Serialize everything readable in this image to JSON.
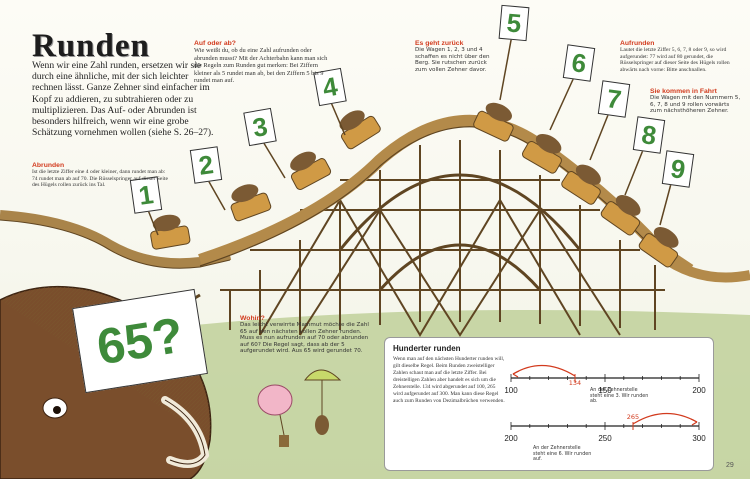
{
  "title": "Runden",
  "intro": "Wenn wir eine Zahl runden, ersetzen wir sie durch eine ähnliche, mit der sich leichter rechnen lässt. Ganze Zehner sind einfacher im Kopf zu addieren, zu subtrahieren oder zu multiplizieren. Das Auf- oder Abrunden ist besonders hilfreich, wenn wir eine grobe Schätzung vornehmen wollen (siehe S. 26–27).",
  "abrunden": {
    "label": "Abrunden",
    "text": "Ist die letzte Ziffer eine 4 oder kleiner, dann rundet man ab: 74 rundet man ab auf 70. Die Rüsselspringer auf dieser Seite des Hügels rollen zurück ins Tal."
  },
  "aufoderab": {
    "label": "Auf oder ab?",
    "text": "Wie weißt du, ob du eine Zahl aufrunden oder abrunden musst? Mit der Achterbahn kann man sich die Regeln zum Runden gut merken: Bei Ziffern kleiner als 5 rundet man ab, bei den Ziffern 5 bis 9 rundet man auf."
  },
  "goesback": {
    "label": "Es geht zurück",
    "text": "Die Wagen 1, 2, 3 und 4 schaffen es nicht über den Berg. Sie rutschen zurück zum vollen Zehner davor."
  },
  "aufrunden": {
    "label": "Aufrunden",
    "text": "Lautet die letzte Ziffer 5, 6, 7, 8 oder 9, so wird aufgerundet: 77 wird auf 80 gerundet, die Rüsselspringer auf dieser Seite des Hügels rollen abwärts nach vorne: Bitte anschnallen."
  },
  "comein": {
    "label": "Sie kommen in Fahrt",
    "text": "Die Wagen mit den Nummern 5, 6, 7, 8 und 9 rollen vorwärts zum nächsthöheren Zehner."
  },
  "wohin": {
    "label": "Wohin?",
    "text": "Das leicht verwirrte Mammut möchte die Zahl 65 auf den nächsten vollen Zehner runden. Muss es nun aufrunden auf 70 oder abrunden auf 60? Die Regel sagt, dass ab der 5 aufgerundet wird. Aus 65 wird gerundet 70."
  },
  "mammoth_sign": "65?",
  "car_flags": [
    "1",
    "2",
    "3",
    "4",
    "5",
    "6",
    "7",
    "8",
    "9"
  ],
  "hundreds": {
    "title": "Hunderter runden",
    "text": "Wenn man auf den nächsten Hunderter runden will, gilt dieselbe Regel. Beim Runden zweistelliger Zahlen schaut man auf die letzte Ziffer. Bei dreistelligen Zahlen aber handelt es sich um die Zehnerstelle. 134 wird abgerundet auf 100, 265 wird aufgerundet auf 300. Man kann diese Regel auch zum Runden von Dezimalbrüchen verwenden.",
    "line1": {
      "ticks": [
        "100",
        "150",
        "200"
      ],
      "marker": "134",
      "note": "An der Zehnerstelle steht eine 3. Wir runden ab."
    },
    "line2": {
      "ticks": [
        "200",
        "250",
        "300"
      ],
      "marker": "265",
      "note": "An der Zehnerstelle steht eine 6. Wir runden auf."
    }
  },
  "page_number": "29",
  "colors": {
    "accent": "#d23b1e",
    "flag_green": "#3e8a3a",
    "wood": "#b38a4a",
    "wood_dark": "#5f4522",
    "grass": "#b8c98e"
  }
}
